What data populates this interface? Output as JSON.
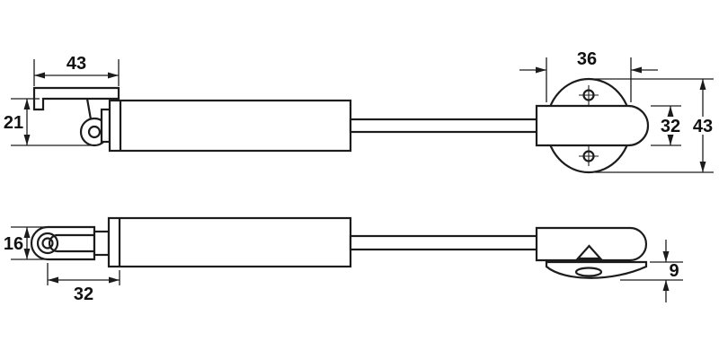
{
  "page": {
    "background": "#ffffff",
    "line_color": "#1c1c1c",
    "text_color": "#111111"
  },
  "drawing": {
    "top_view": {
      "dim_bracket_width": "43",
      "dim_bracket_height": "21",
      "dim_plate_width": "36",
      "dim_end_cap_height": "32",
      "dim_plate_height": "43"
    },
    "bottom_view": {
      "dim_eyelet_height": "16",
      "dim_eyelet_length": "32",
      "dim_plate_thickness": "9"
    }
  }
}
